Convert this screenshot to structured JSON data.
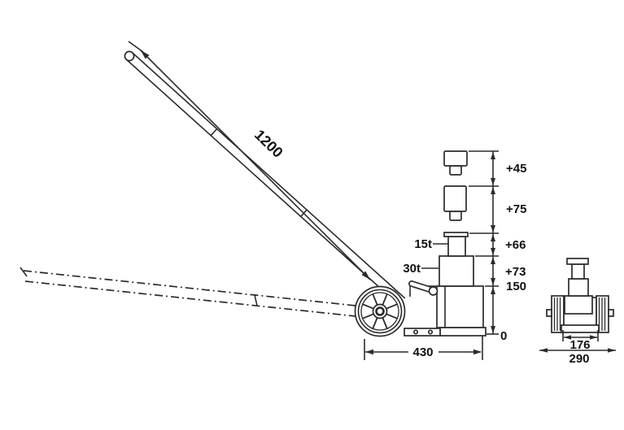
{
  "diagram": {
    "main_view": {
      "handle_length_label": "1200",
      "base_length_label": "430",
      "ram_15t_label": "15t",
      "ram_30t_label": "30t",
      "height_scale": {
        "small_adapter": "+45",
        "large_adapter": "+75",
        "stroke_15t": "+66",
        "stroke_30t": "+73",
        "collapsed_height": "150",
        "ground_level": "0"
      }
    },
    "front_view": {
      "track_width_label": "176",
      "overall_width_label": "290"
    },
    "colors": {
      "line": "#2b2b2b",
      "text": "#111111",
      "background": "#ffffff"
    }
  }
}
